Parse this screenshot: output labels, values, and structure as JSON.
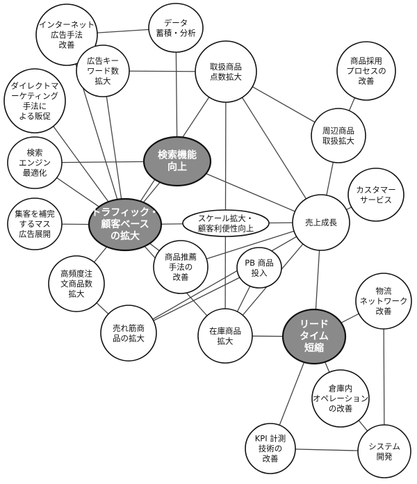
{
  "nodes": [
    {
      "id": "internet",
      "lines": [
        "インターネット",
        "広告手法",
        "改善"
      ],
      "hub": false
    },
    {
      "id": "data",
      "lines": [
        "データ",
        "蓄積・分析"
      ],
      "hub": false
    },
    {
      "id": "keyword",
      "lines": [
        "広告キー",
        "ワード数",
        "拡大"
      ],
      "hub": false
    },
    {
      "id": "toriatsukai",
      "lines": [
        "取扱商品",
        "点数拡大"
      ],
      "hub": false
    },
    {
      "id": "saiyou",
      "lines": [
        "商品採用",
        "プロセスの",
        "改善"
      ],
      "hub": false
    },
    {
      "id": "direct",
      "lines": [
        "ダイレクトマ",
        "ーケティング",
        "手法に",
        "よる販促"
      ],
      "hub": false
    },
    {
      "id": "shuhen",
      "lines": [
        "周辺商品",
        "取扱拡大"
      ],
      "hub": false
    },
    {
      "id": "search",
      "lines": [
        "検索機能",
        "向上"
      ],
      "hub": true
    },
    {
      "id": "seo",
      "lines": [
        "検索",
        "エンジン",
        "最適化"
      ],
      "hub": false
    },
    {
      "id": "cs",
      "lines": [
        "カスタマー",
        "サービス"
      ],
      "hub": false
    },
    {
      "id": "traffic",
      "lines": [
        "トラフィック・",
        "顧客ベース",
        "の拡大"
      ],
      "hub": true
    },
    {
      "id": "scale",
      "lines": [
        "スケール拡大・",
        "顧客利便性向上"
      ],
      "hub": false
    },
    {
      "id": "sales",
      "lines": [
        "売上成長"
      ],
      "hub": false
    },
    {
      "id": "mass",
      "lines": [
        "集客を補完",
        "するマス",
        "広告展開"
      ],
      "hub": false
    },
    {
      "id": "recommend",
      "lines": [
        "商品推薦",
        "手法の",
        "改善"
      ],
      "hub": false
    },
    {
      "id": "pb",
      "lines": [
        "PB 商品",
        "投入"
      ],
      "hub": false
    },
    {
      "id": "hindo",
      "lines": [
        "高頻度注",
        "文商品数",
        "拡大"
      ],
      "hub": false
    },
    {
      "id": "butsuryu",
      "lines": [
        "物流",
        "ネットワーク",
        "改善"
      ],
      "hub": false
    },
    {
      "id": "ureseji",
      "lines": [
        "売れ筋商",
        "品の拡大"
      ],
      "hub": false
    },
    {
      "id": "zaiko",
      "lines": [
        "在庫商品",
        "拡大"
      ],
      "hub": false
    },
    {
      "id": "leadtime",
      "lines": [
        "リード",
        "タイム",
        "短縮"
      ],
      "hub": true
    },
    {
      "id": "soukonai",
      "lines": [
        "倉庫内",
        "オペレーション",
        "の改善"
      ],
      "hub": false
    },
    {
      "id": "kpi",
      "lines": [
        "KPI 計測",
        "技術の",
        "改善"
      ],
      "hub": false
    },
    {
      "id": "system",
      "lines": [
        "システム",
        "開発"
      ],
      "hub": false
    }
  ],
  "edges": [
    [
      "internet",
      "data"
    ],
    [
      "internet",
      "traffic"
    ],
    [
      "data",
      "search"
    ],
    [
      "keyword",
      "toriatsukai"
    ],
    [
      "keyword",
      "traffic"
    ],
    [
      "direct",
      "traffic"
    ],
    [
      "seo",
      "search"
    ],
    [
      "seo",
      "traffic"
    ],
    [
      "mass",
      "traffic"
    ],
    [
      "search",
      "traffic"
    ],
    [
      "search",
      "sales"
    ],
    [
      "toriatsukai",
      "traffic"
    ],
    [
      "toriatsukai",
      "zaiko"
    ],
    [
      "toriatsukai",
      "shuhen"
    ],
    [
      "toriatsukai",
      "sales"
    ],
    [
      "saiyou",
      "shuhen"
    ],
    [
      "shuhen",
      "sales"
    ],
    [
      "cs",
      "sales"
    ],
    [
      "traffic",
      "scale"
    ],
    [
      "scale",
      "sales"
    ],
    [
      "traffic",
      "recommend"
    ],
    [
      "recommend",
      "sales"
    ],
    [
      "traffic",
      "zaiko"
    ],
    [
      "traffic",
      "hindo"
    ],
    [
      "hindo",
      "ureseji"
    ],
    [
      "ureseji",
      "pb"
    ],
    [
      "ureseji",
      "sales"
    ],
    [
      "pb",
      "zaiko"
    ],
    [
      "zaiko",
      "sales"
    ],
    [
      "zaiko",
      "leadtime"
    ],
    [
      "sales",
      "leadtime"
    ],
    [
      "leadtime",
      "butsuryu"
    ],
    [
      "leadtime",
      "soukonai"
    ],
    [
      "leadtime",
      "kpi"
    ],
    [
      "soukonai",
      "system"
    ],
    [
      "butsuryu",
      "system"
    ],
    [
      "kpi",
      "system"
    ]
  ]
}
